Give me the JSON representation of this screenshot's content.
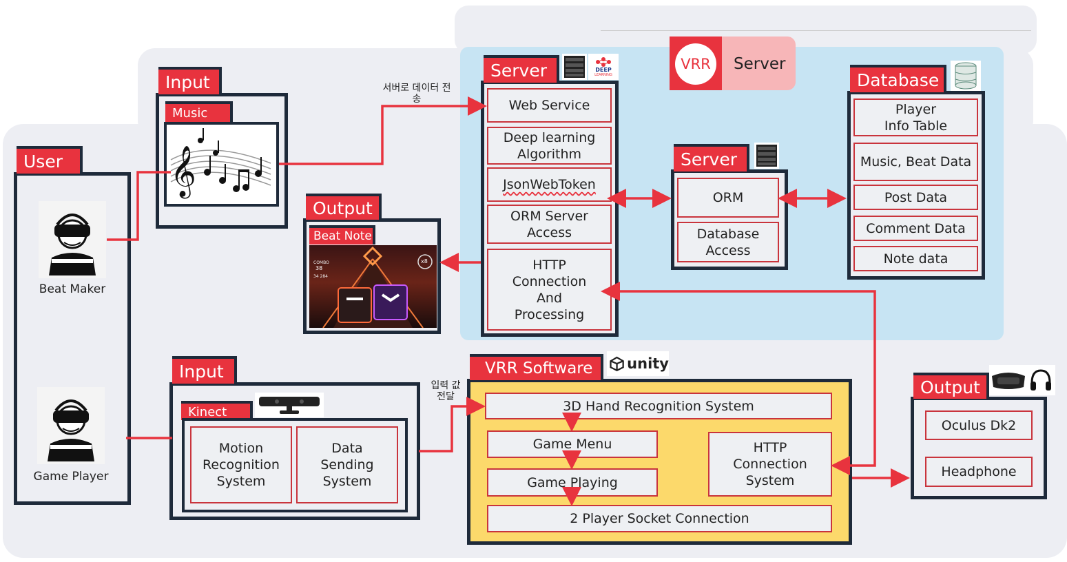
{
  "vrr_header": {
    "logo": "VRR",
    "title": "Server"
  },
  "user": {
    "title": "User",
    "beat_maker": "Beat Maker",
    "game_player": "Game Player"
  },
  "input_music": {
    "title": "Input",
    "sub": "Music"
  },
  "output_beat": {
    "title": "Output",
    "sub": "Beat Note",
    "hud_combo": "COMBO",
    "hud_num": "38",
    "hud_score": "34 284",
    "hud_mult": "x8"
  },
  "annotations": {
    "send_to_server": "서버로 데이터 전\n송",
    "pass_input": "입력 값\n전달"
  },
  "server_main": {
    "title": "Server",
    "items": [
      "Web Service",
      "Deep learning\nAlgorithm",
      "JsonWebToken",
      "ORM Server\nAccess",
      "HTTP\nConnection\nAnd\nProcessing"
    ],
    "deep_logo_1": "DEEP",
    "deep_logo_2": "LEARNING"
  },
  "server_orm": {
    "title": "Server",
    "items": [
      "ORM",
      "Database\nAccess"
    ]
  },
  "database": {
    "title": "Database",
    "items": [
      "Player\nInfo Table",
      "Music, Beat Data",
      "Post Data",
      "Comment Data",
      "Note data"
    ]
  },
  "input_kinect": {
    "title": "Input",
    "sub": "Kinect",
    "items": [
      "Motion\nRecognition\nSystem",
      "Data\nSending\nSystem"
    ]
  },
  "vrr_software": {
    "title": "VRR Software",
    "unity": "unity",
    "hand": "3D Hand Recognition System",
    "menu": "Game Menu",
    "playing": "Game Playing",
    "http": "HTTP\nConnection\nSystem",
    "socket": "2 Player Socket Connection"
  },
  "output_devices": {
    "title": "Output",
    "items": [
      "Oculus Dk2",
      "Headphone"
    ]
  },
  "colors": {
    "accent": "#e8333e",
    "frame": "#1e2a3a",
    "server_zone": "#c7e4f3",
    "software": "#fcd96b",
    "vrr_pink": "#f7b6b8"
  }
}
